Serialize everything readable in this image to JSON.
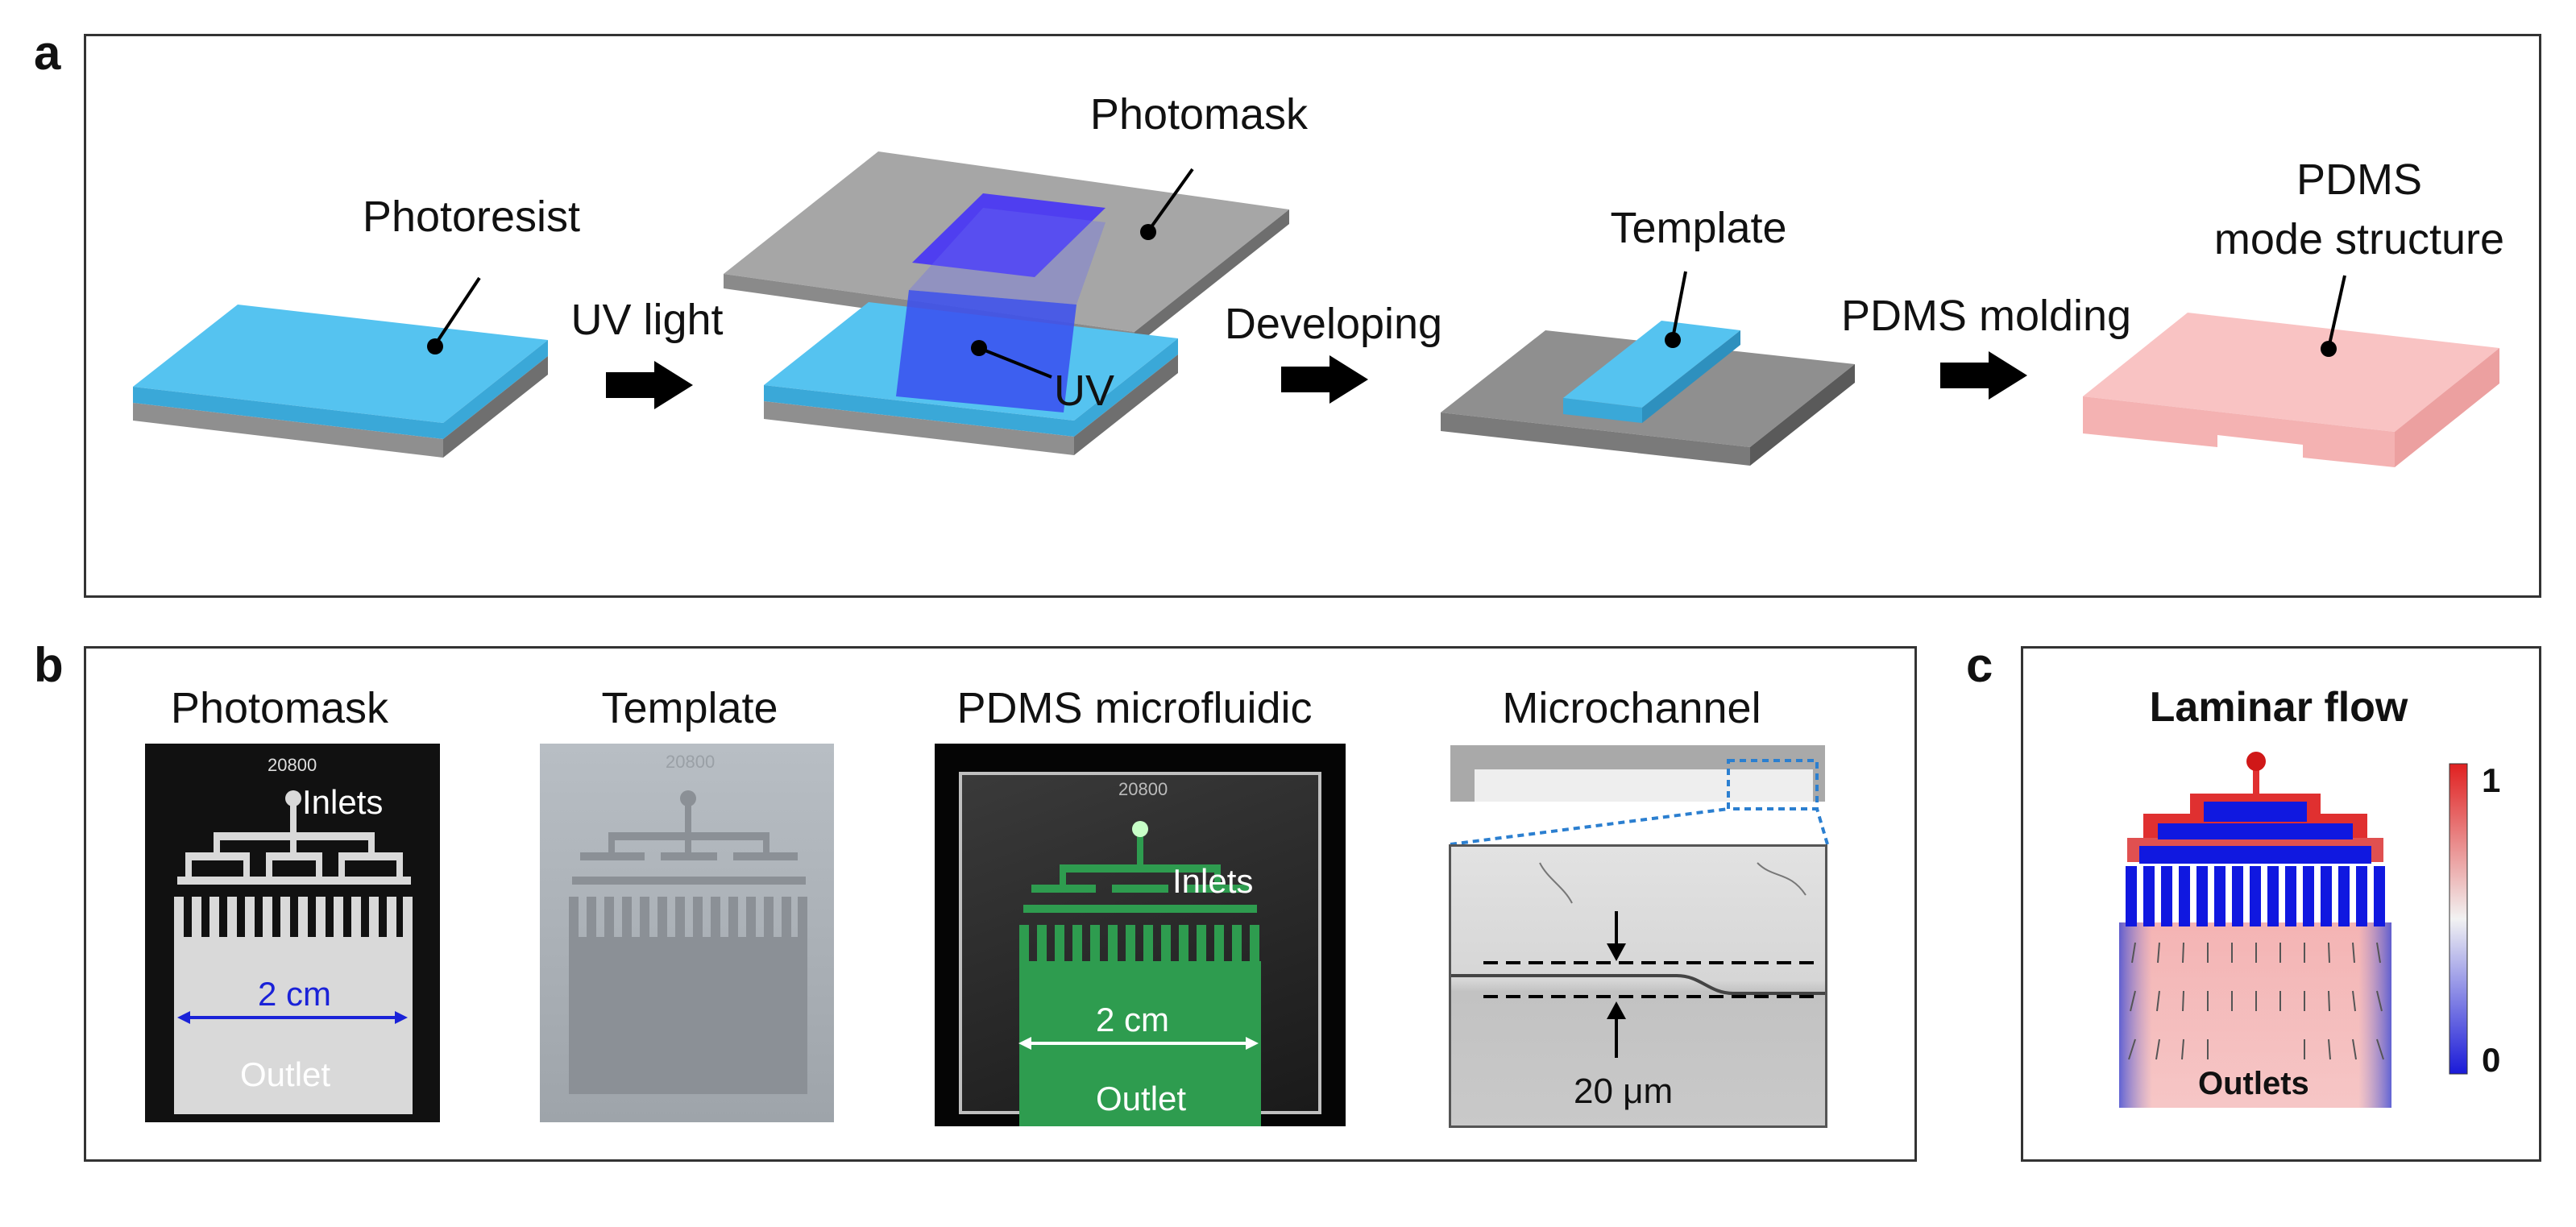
{
  "panels": {
    "a": "a",
    "b": "b",
    "c": "c"
  },
  "panel_a": {
    "photoresist": "Photoresist",
    "uv_light": "UV light",
    "photomask": "Photomask",
    "uv": "UV",
    "developing": "Developing",
    "template": "Template",
    "pdms_molding": "PDMS molding",
    "pdms_line1": "PDMS",
    "pdms_line2": "mode structure"
  },
  "panel_b": {
    "photomask_title": "Photomask",
    "template_title": "Template",
    "pdms_title": "PDMS microfluidic",
    "microchannel_title": "Microchannel",
    "chip_id": "20800",
    "inlets": "Inlets",
    "scale_2cm": "2 cm",
    "outlet": "Outlet",
    "scale_20um": "20 μm"
  },
  "panel_c": {
    "title": "Laminar flow",
    "outlets": "Outlets",
    "colorbar_max": "1",
    "colorbar_min": "0"
  },
  "colors": {
    "photoresist": "#55c3f0",
    "substrate": "#9a9a9a",
    "uv": "#3a4df0",
    "pdms": "#f9c3c3",
    "green_channel": "#2e9c4f",
    "scale_blue": "#1a22d8"
  }
}
